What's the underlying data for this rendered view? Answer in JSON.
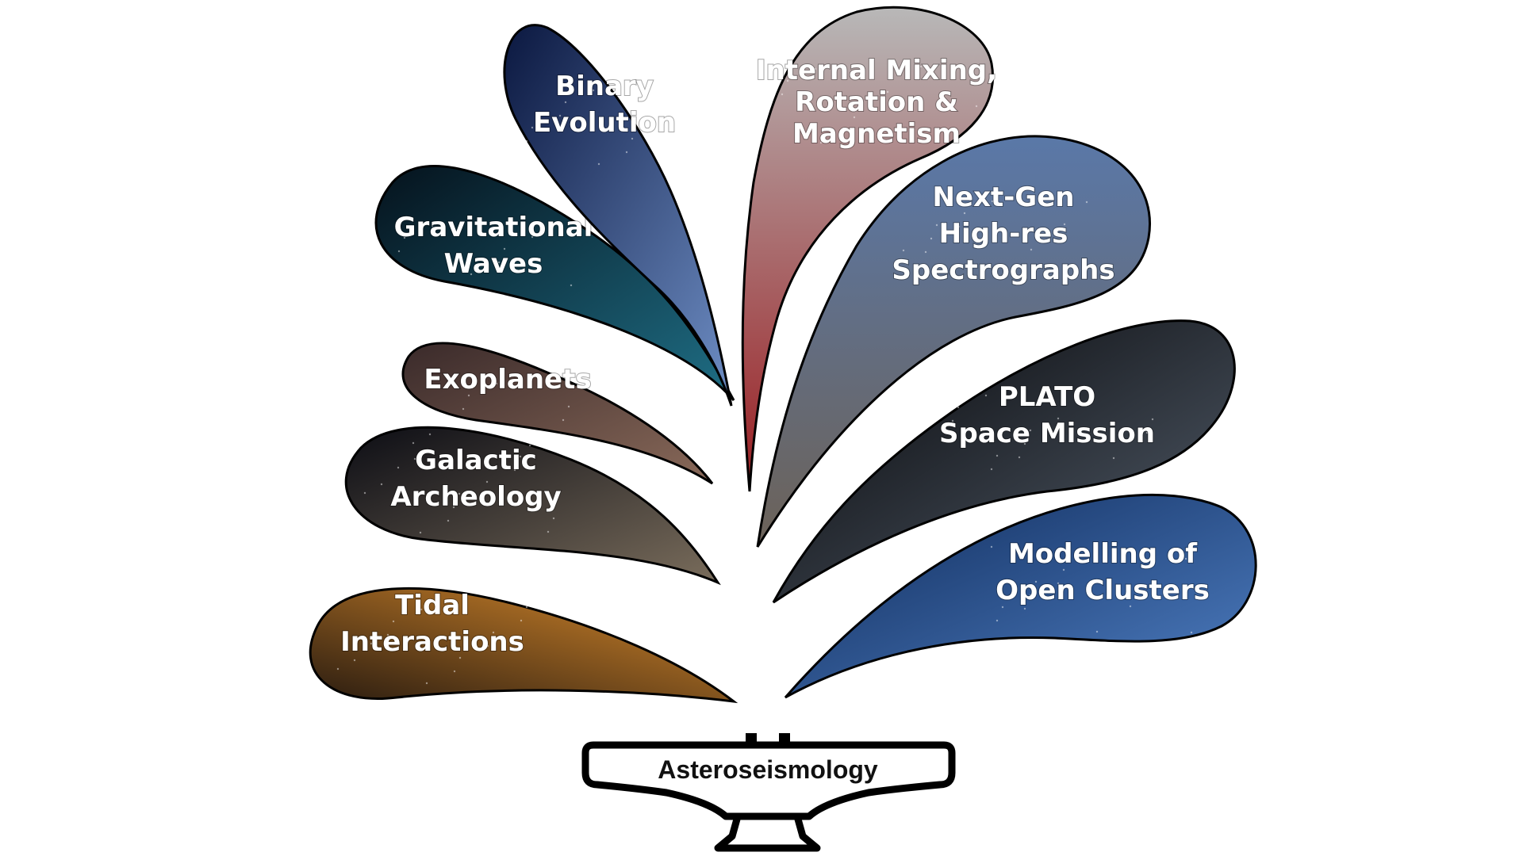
{
  "diagram": {
    "base": {
      "label": "Asteroseismology"
    },
    "petals": [
      {
        "id": "tidal",
        "lines": [
          "Tidal",
          "Interactions"
        ],
        "colors": [
          "#2a1c10",
          "#d98a2b"
        ]
      },
      {
        "id": "galactic",
        "lines": [
          "Galactic",
          "Archeology"
        ],
        "colors": [
          "#0c0d14",
          "#7a6d5c"
        ]
      },
      {
        "id": "exoplanets",
        "lines": [
          "Exoplanets"
        ],
        "colors": [
          "#3a2a2a",
          "#8a6a5a"
        ]
      },
      {
        "id": "gravitational",
        "lines": [
          "Gravitational",
          "Waves"
        ],
        "colors": [
          "#05121c",
          "#1f6f86"
        ]
      },
      {
        "id": "binary",
        "lines": [
          "Binary",
          "Evolution"
        ],
        "colors": [
          "#0b1840",
          "#6f8fc6"
        ]
      },
      {
        "id": "mixing",
        "lines": [
          "Internal Mixing,",
          "Rotation &",
          "Magnetism"
        ],
        "colors": [
          "#b8b8b8",
          "#9a1e22"
        ]
      },
      {
        "id": "spectrographs",
        "lines": [
          "Next-Gen",
          "High-res",
          "Spectrographs"
        ],
        "colors": [
          "#5a78a8",
          "#6c6258"
        ]
      },
      {
        "id": "plato",
        "lines": [
          "PLATO",
          "Space Mission"
        ],
        "colors": [
          "#030305",
          "#55606e"
        ]
      },
      {
        "id": "clusters",
        "lines": [
          "Modelling of",
          "Open Clusters"
        ],
        "colors": [
          "#0e2a5a",
          "#4f7fc3"
        ]
      }
    ]
  }
}
